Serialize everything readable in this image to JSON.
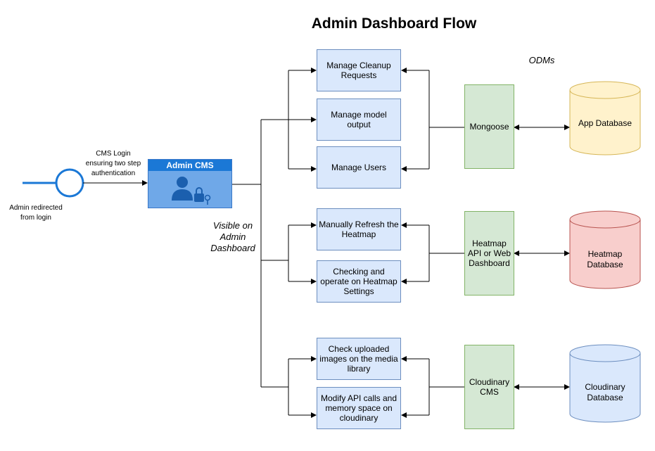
{
  "title": "Admin Dashboard Flow",
  "odms_label": "ODMs",
  "start_label": "Admin redirected from login",
  "login_label": "CMS Login ensuring two step authentication",
  "admin_cms_label": "Admin CMS",
  "visible_label": "Visible on Admin Dashboard",
  "actions": {
    "cleanup": "Manage Cleanup Requests",
    "model_output": "Manage model output",
    "users": "Manage Users",
    "refresh_heatmap": "Manually Refresh the Heatmap",
    "heatmap_settings": "Checking and operate on Heatmap Settings",
    "check_images": "Check uploaded images on the media library",
    "modify_api": "Modify API calls and memory space on cloudinary"
  },
  "services": {
    "mongoose": "Mongoose",
    "heatmap_api": "Heatmap API or Web Dashboard",
    "cloudinary_cms": "Cloudinary CMS"
  },
  "databases": {
    "app": "App Database",
    "heatmap": "Heatmap Database",
    "cloudinary": "Cloudinary Database"
  },
  "colors": {
    "action_fill": "#dae8fc",
    "service_fill": "#d5e8d4",
    "app_db_fill": "#fff2cc",
    "heatmap_db_fill": "#f8cecc",
    "cloudinary_db_fill": "#dae8fc",
    "start_stroke": "#1b78d6",
    "admin_cms_fill": "#6fa8e8"
  }
}
